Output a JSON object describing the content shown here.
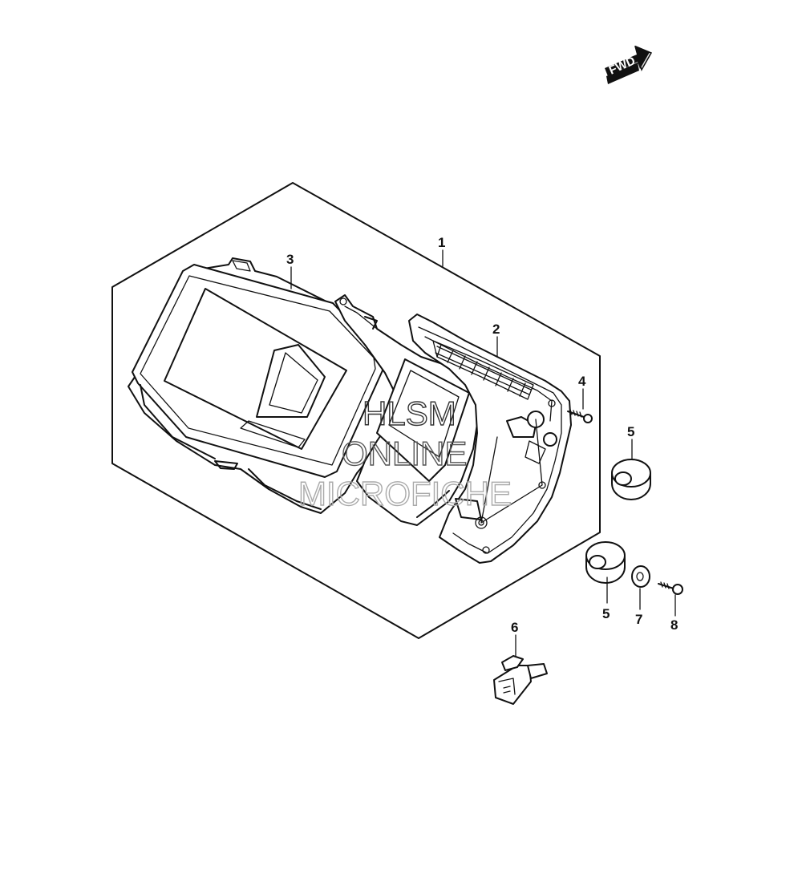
{
  "direction_arrow": {
    "text": "FWD",
    "icon": "forward-arrow-icon"
  },
  "callouts": {
    "part_1": "1",
    "part_2": "2",
    "part_3": "3",
    "part_4": "4",
    "part_5a": "5",
    "part_5b": "5",
    "part_6": "6",
    "part_7": "7",
    "part_8": "8"
  },
  "watermark": {
    "line1": "HLSM",
    "line2": "ONLINE",
    "line3": "MICROFICHE"
  },
  "colors": {
    "line": "#111111",
    "background": "#ffffff",
    "watermark_dark": "#333333",
    "watermark_light": "#aaaaaa"
  }
}
